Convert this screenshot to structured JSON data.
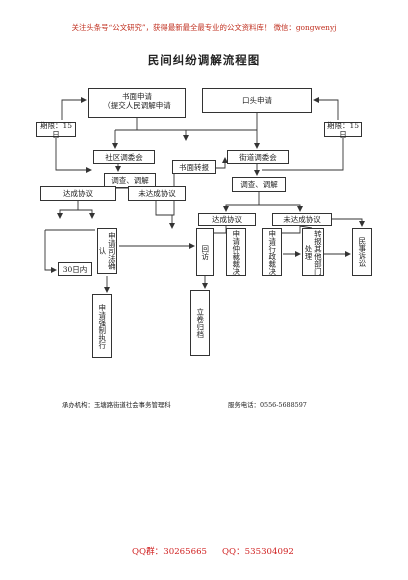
{
  "banner": "关注头条号“公文研究”，获得最新最全最专业的公文资料库！ 微信：gongwenyj",
  "title": "民间纠纷调解流程图",
  "nodes": {
    "apply_written_line1": "书面申请",
    "apply_written_line2": "（提交人民调解申请",
    "apply_oral": "口头申请",
    "period_left": "期限：15日",
    "period_right": "期限：15日",
    "community": "社区调委会",
    "street": "街道调委会",
    "written_transfer": "书面转报",
    "investigate_a": "调查、调解",
    "investigate_b": "调查、调解",
    "agree_a": "达成协议",
    "disagree_a": "未达成协议",
    "agree_b": "达成协议",
    "disagree_b": "未达成协议",
    "days30": "30日内",
    "court_confirm": "申请司法确认",
    "revisit": "回访",
    "arbitration": "申请仲裁裁决",
    "admin_ruling": "申请行政裁决",
    "transfer_other": "转报其他部门处理",
    "civil_suit": "民事诉讼",
    "enforce": "申请强制执行",
    "archive": "立卷归档"
  },
  "footer": {
    "org": "承办机构：玉塘路街道社会事务管理科",
    "tel": "服务电话：0556-5688597"
  },
  "qq": {
    "group1": "QQ群：30265665",
    "group2": "QQ：535304092"
  }
}
